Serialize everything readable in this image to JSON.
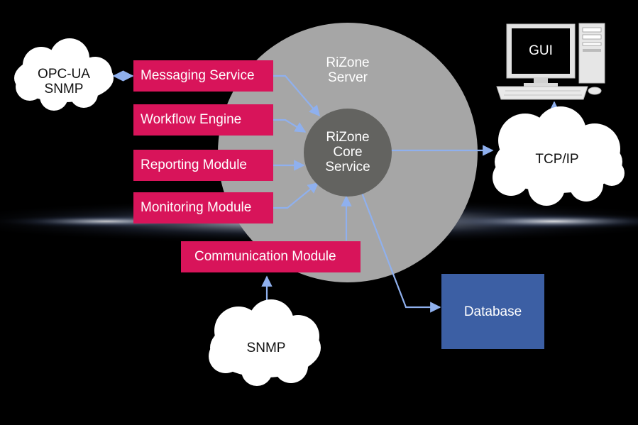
{
  "server": {
    "label": "RiZone\nServer"
  },
  "core": {
    "label": "RiZone\nCore\nService"
  },
  "modules": {
    "messaging": "Messaging Service",
    "workflow": "Workflow Engine",
    "reporting": "Reporting Module",
    "monitoring": "Monitoring Module",
    "communication": "Communication Module"
  },
  "clouds": {
    "opc": "OPC-UA\nSNMP",
    "tcp": "TCP/IP",
    "snmp": "SNMP"
  },
  "computer": {
    "screen_label": "GUI"
  },
  "database": {
    "label": "Database"
  },
  "colors": {
    "module": "#d8145a",
    "server_circle": "#a6a6a6",
    "core_circle": "#636360",
    "connector": "#8fb0ee",
    "database": "#3c5fa4",
    "cloud": "#ffffff"
  }
}
